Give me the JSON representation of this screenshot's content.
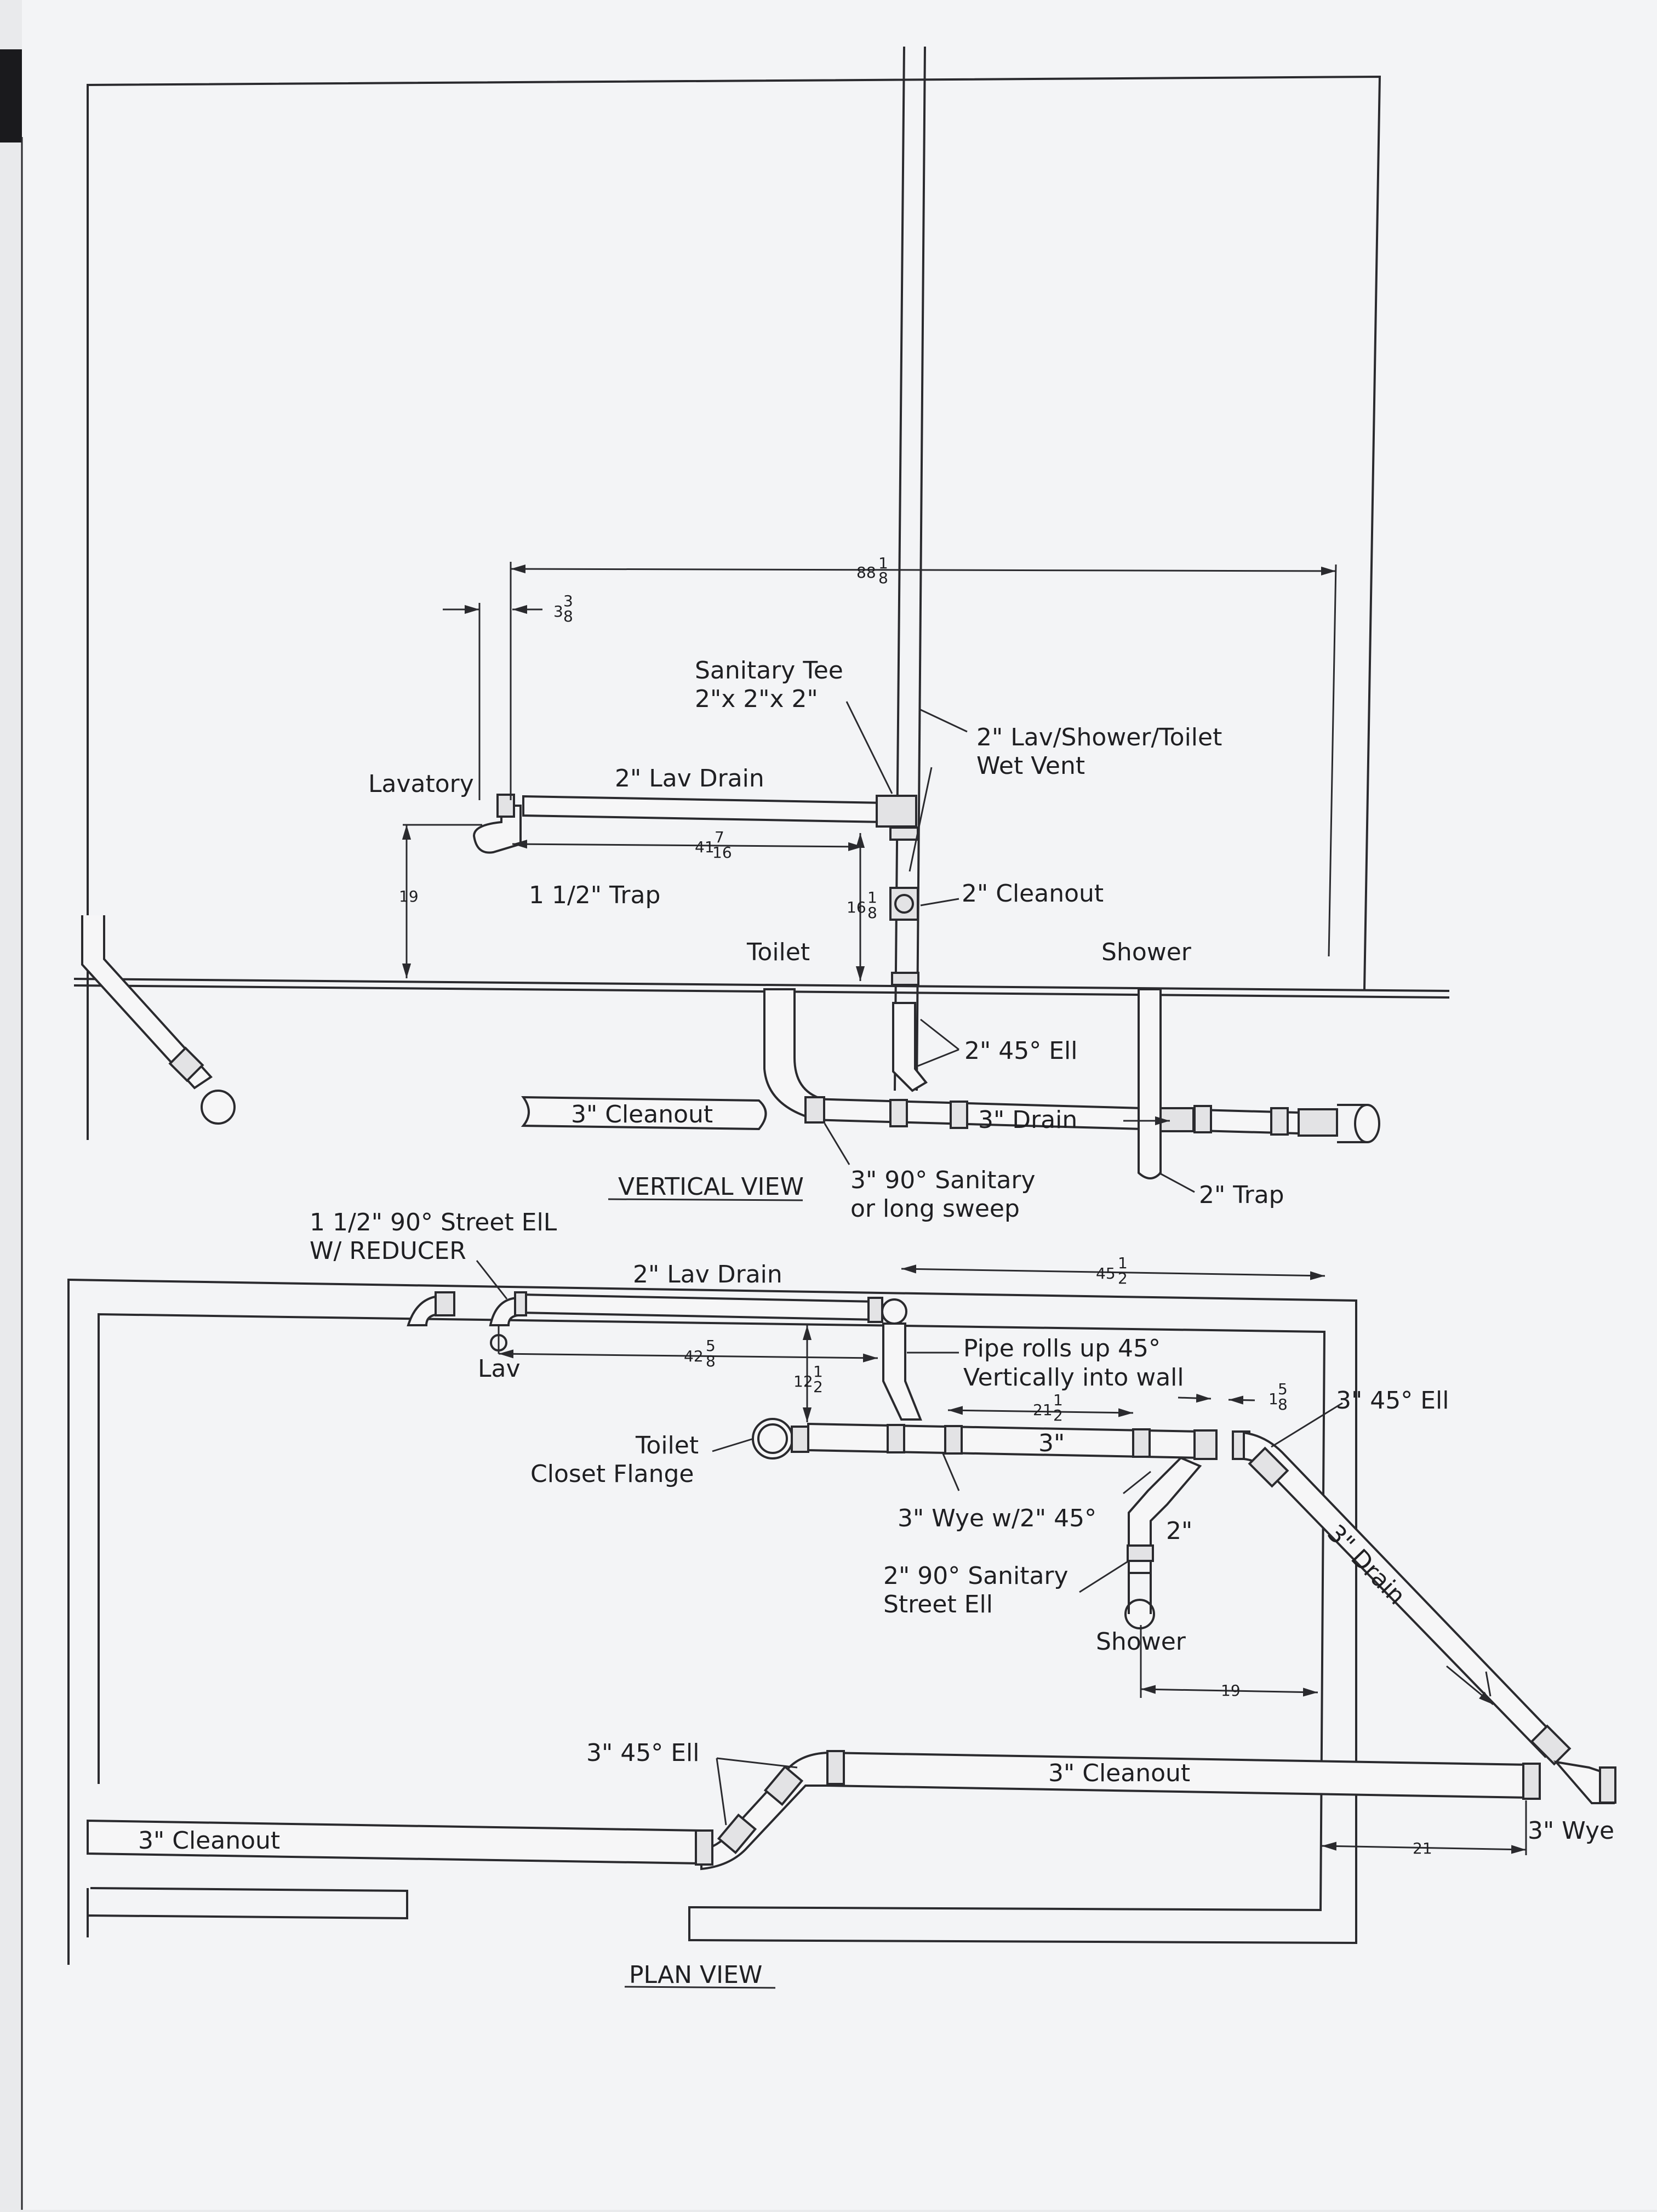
{
  "vertical_view": {
    "title": "VERTICAL VIEW",
    "labels": {
      "sanitary_tee_1": "Sanitary Tee",
      "sanitary_tee_2": "2\"x 2\"x 2\"",
      "wet_vent_1": "2\" Lav/Shower/Toilet",
      "wet_vent_2": "Wet Vent",
      "lavatory": "Lavatory",
      "lav_drain": "2\" Lav Drain",
      "trap": "1 1/2\" Trap",
      "cleanout_2": "2\" Cleanout",
      "toilet": "Toilet",
      "shower": "Shower",
      "ell_45": "2\" 45° Ell",
      "cleanout_3": "3\" Cleanout",
      "drain_3": "3\" Drain",
      "sweep_1": "3\" 90° Sanitary",
      "sweep_2": "or long sweep",
      "trap_2": "2\" Trap"
    },
    "dims": {
      "d88_whole": "88",
      "d88_num": "1",
      "d88_den": "8",
      "d3_whole": "3",
      "d3_num": "3",
      "d3_den": "8",
      "d41_whole": "41",
      "d41_num": "7",
      "d41_den": "16",
      "d16_whole": "16",
      "d16_num": "1",
      "d16_den": "8",
      "d19": "19"
    }
  },
  "plan_view": {
    "title": "PLAN VIEW",
    "labels": {
      "street_ell_1": "1 1/2\" 90° Street ElL",
      "street_ell_2": "W/ REDUCER",
      "lav_drain": "2\" Lav Drain",
      "lav": "Lav",
      "rolls_1": "Pipe rolls up 45°",
      "rolls_2": "Vertically into wall",
      "ell_45_3": "3\" 45° Ell",
      "toilet_1": "Toilet",
      "toilet_2": "Closet Flange",
      "pipe_3": "3\"",
      "wye_w45": "3\" Wye w/2\" 45°",
      "pipe_2": "2\"",
      "street_90_1": "2\" 90° Sanitary",
      "street_90_2": "Street Ell",
      "shower": "Shower",
      "drain_3": "3\" Drain",
      "ell_45_3b": "3\" 45° Ell",
      "cleanout_3a": "3\" Cleanout",
      "cleanout_3b": "3\" Cleanout",
      "wye_3": "3\" Wye"
    },
    "dims": {
      "d45_whole": "45",
      "d45_num": "1",
      "d45_den": "2",
      "d42_whole": "42",
      "d42_num": "5",
      "d42_den": "8",
      "d12_whole": "12",
      "d12_num": "1",
      "d12_den": "2",
      "d21h_whole": "21",
      "d21h_num": "1",
      "d21h_den": "2",
      "d1_whole": "1",
      "d1_num": "5",
      "d1_den": "8",
      "d19": "19",
      "d21": "21"
    }
  }
}
